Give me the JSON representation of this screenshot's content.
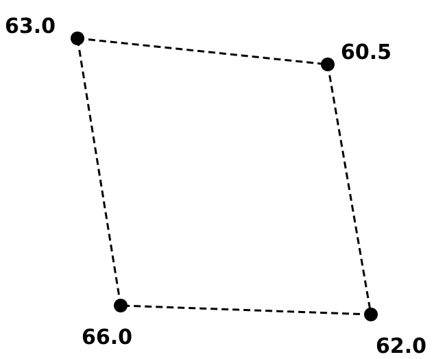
{
  "diagram": {
    "type": "quadrilateral",
    "stroke_color": "#000000",
    "edge_style": "dashed",
    "vertices": [
      {
        "id": "top-left",
        "label": "63.0"
      },
      {
        "id": "top-right",
        "label": "60.5"
      },
      {
        "id": "bottom-right",
        "label": "62.0"
      },
      {
        "id": "bottom-left",
        "label": "66.0"
      }
    ]
  }
}
